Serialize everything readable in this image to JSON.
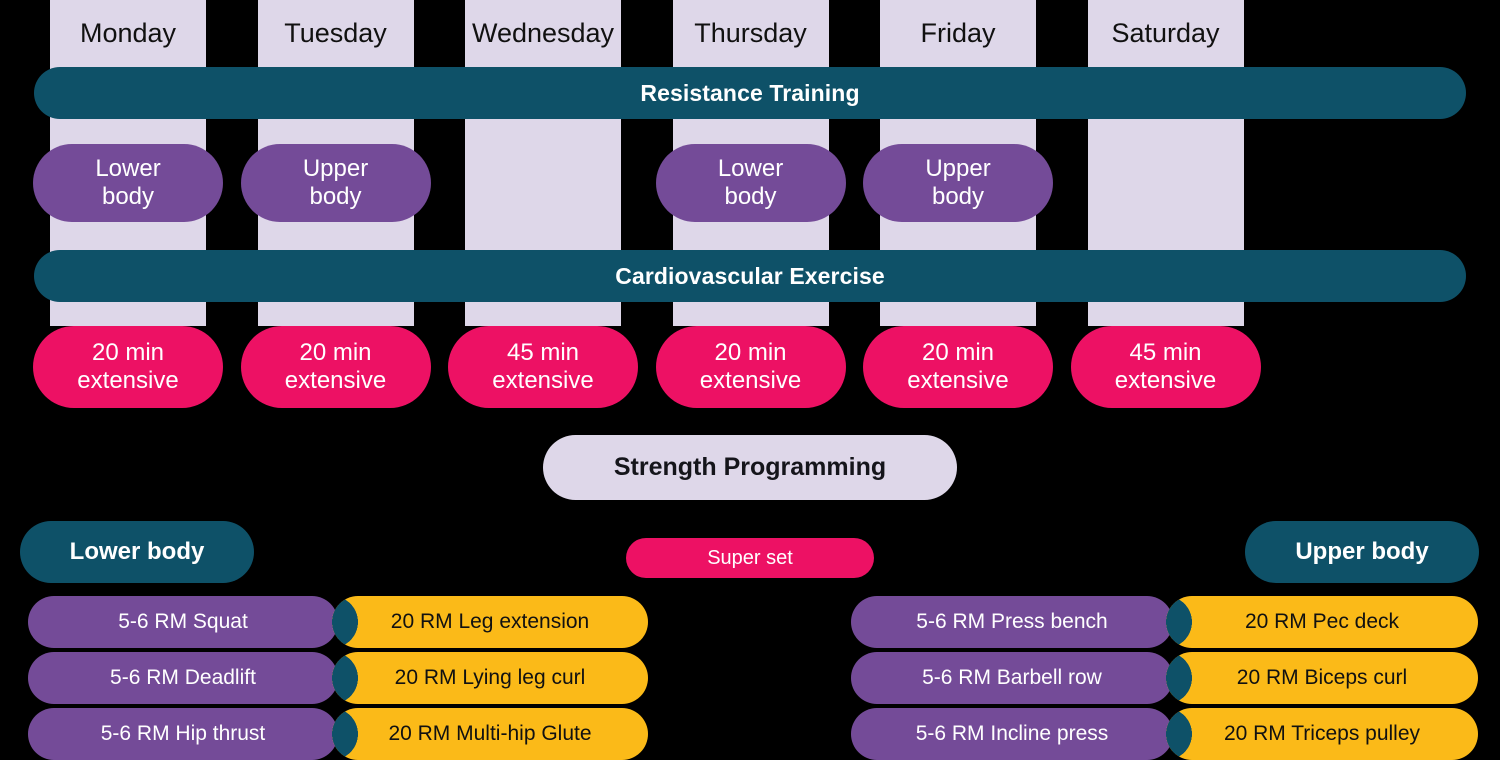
{
  "theme": {
    "background": "#000000",
    "teal": "#0e5168",
    "purple": "#744b98",
    "pink": "#ed1164",
    "yellow": "#fbba18",
    "lavender": "#ded7e9",
    "text_light": "#ffffff",
    "text_dark": "#111111"
  },
  "week": {
    "days": [
      "Monday",
      "Tuesday",
      "Wednesday",
      "Thursday",
      "Friday",
      "Saturday"
    ],
    "bands": [
      {
        "label": "Resistance Training"
      },
      {
        "label": "Cardiovascular Exercise"
      }
    ],
    "resistance": [
      {
        "line1": "Lower",
        "line2": "body",
        "present": true
      },
      {
        "line1": "Upper",
        "line2": "body",
        "present": true
      },
      {
        "line1": "",
        "line2": "",
        "present": false
      },
      {
        "line1": "Lower",
        "line2": "body",
        "present": true
      },
      {
        "line1": "Upper",
        "line2": "body",
        "present": true
      },
      {
        "line1": "",
        "line2": "",
        "present": false
      }
    ],
    "cardio": [
      {
        "line1": "20 min",
        "line2": "extensive"
      },
      {
        "line1": "20 min",
        "line2": "extensive"
      },
      {
        "line1": "45 min",
        "line2": "extensive"
      },
      {
        "line1": "20 min",
        "line2": "extensive"
      },
      {
        "line1": "20 min",
        "line2": "extensive"
      },
      {
        "line1": "45 min",
        "line2": "extensive"
      }
    ]
  },
  "strength": {
    "title": "Strength Programming",
    "superset_label": "Super set",
    "groups": [
      {
        "heading": "Lower body",
        "rows": [
          {
            "primary": "5-6 RM Squat",
            "secondary": "20 RM Leg extension"
          },
          {
            "primary": "5-6 RM Deadlift",
            "secondary": "20 RM Lying leg curl"
          },
          {
            "primary": "5-6 RM Hip thrust",
            "secondary": "20 RM Multi-hip Glute"
          }
        ]
      },
      {
        "heading": "Upper body",
        "rows": [
          {
            "primary": "5-6 RM Press bench",
            "secondary": "20 RM Pec deck"
          },
          {
            "primary": "5-6 RM Barbell row",
            "secondary": "20 RM Biceps curl"
          },
          {
            "primary": "5-6 RM Incline press",
            "secondary": "20 RM Triceps pulley"
          }
        ]
      }
    ]
  }
}
